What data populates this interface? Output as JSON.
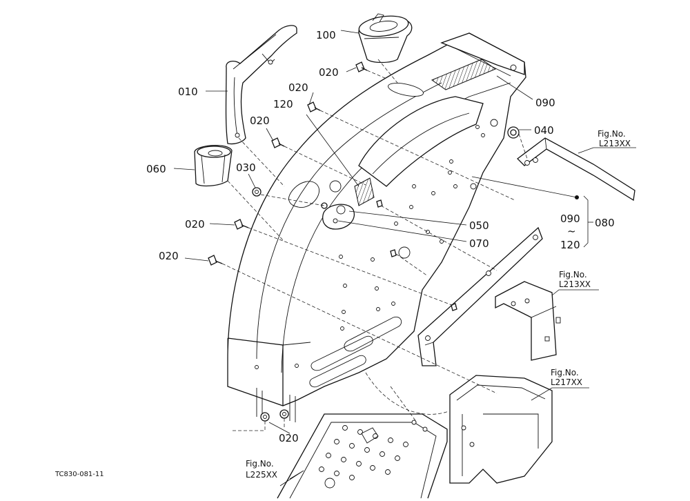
{
  "callouts": {
    "p010": "010",
    "p020_a": "020",
    "p020_b": "020",
    "p020_c": "020",
    "p020_d": "020",
    "p020_e": "020",
    "p020_f": "020",
    "p030": "030",
    "p040": "040",
    "p050": "050",
    "p060": "060",
    "p070": "070",
    "p080": "080",
    "p090_a": "090",
    "p090_b": "090",
    "p100": "100",
    "p120_a": "120",
    "p120_b": "120",
    "range_tilde": "~"
  },
  "figure_refs": [
    {
      "label": "Fig.No.",
      "code": "L213XX"
    },
    {
      "label": "Fig.No.",
      "code": "L213XX"
    },
    {
      "label": "Fig.No.",
      "code": "L217XX"
    },
    {
      "label": "Fig.No.",
      "code": "L225XX"
    }
  ],
  "drawing_code": "TC830-081-11"
}
